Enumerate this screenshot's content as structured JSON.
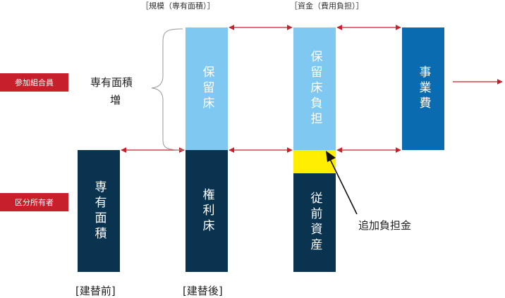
{
  "headers": {
    "scale": "［規模（専有面積）］",
    "funds": "［資金（費用負担）］"
  },
  "badges": {
    "members": "参加組合員",
    "owners": "区分所有者"
  },
  "boxes": {
    "before": "専有面積",
    "reserved_floor": "保留床",
    "rights_floor": "権利床",
    "reserved_floor_burden": "保留床負担",
    "previous_assets": "従前資産",
    "project_cost": "事業費"
  },
  "labels": {
    "increase_line1": "専有面積",
    "increase_line2": "増",
    "additional_burden": "追加負担金"
  },
  "footers": {
    "before": "[建替前]",
    "after": "[建替後]"
  },
  "colors": {
    "navy": "#0a3350",
    "light_blue": "#7ec8f2",
    "blue": "#0a6bb0",
    "yellow": "#ffee00",
    "red": "#c8202a"
  }
}
